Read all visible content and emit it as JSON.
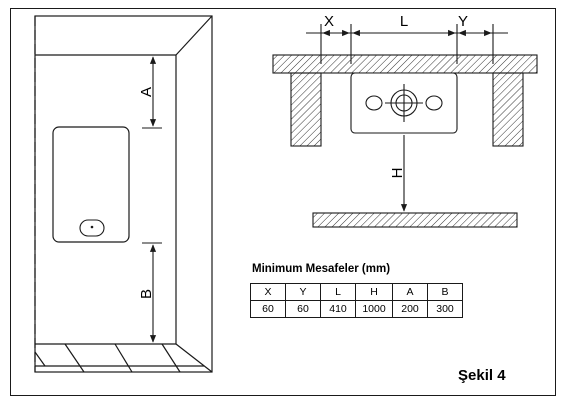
{
  "dimensions": {
    "x": "X",
    "l": "L",
    "y": "Y",
    "h": "H",
    "a": "A",
    "b": "B"
  },
  "table": {
    "title": "Minimum Mesafeler (mm)",
    "headers": [
      "X",
      "Y",
      "L",
      "H",
      "A",
      "B"
    ],
    "values": [
      "60",
      "60",
      "410",
      "1000",
      "200",
      "300"
    ]
  },
  "figure_label": "Şekil 4",
  "colors": {
    "line": "#1a1a1a",
    "hatch": "#333333",
    "background": "#ffffff"
  }
}
